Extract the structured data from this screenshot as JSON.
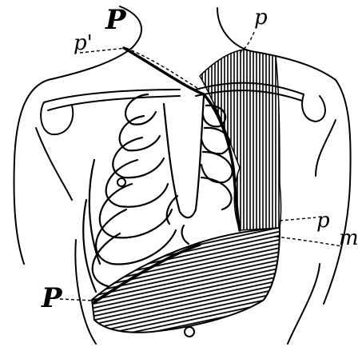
{
  "figure": {
    "labels": {
      "p_prime": "p'",
      "P_top": "P",
      "p_top_right": "p",
      "p_right": "p",
      "m_right": "m",
      "P_bottom_left": "P"
    },
    "ink_color": "#000000",
    "paper_color": "#ffffff"
  }
}
